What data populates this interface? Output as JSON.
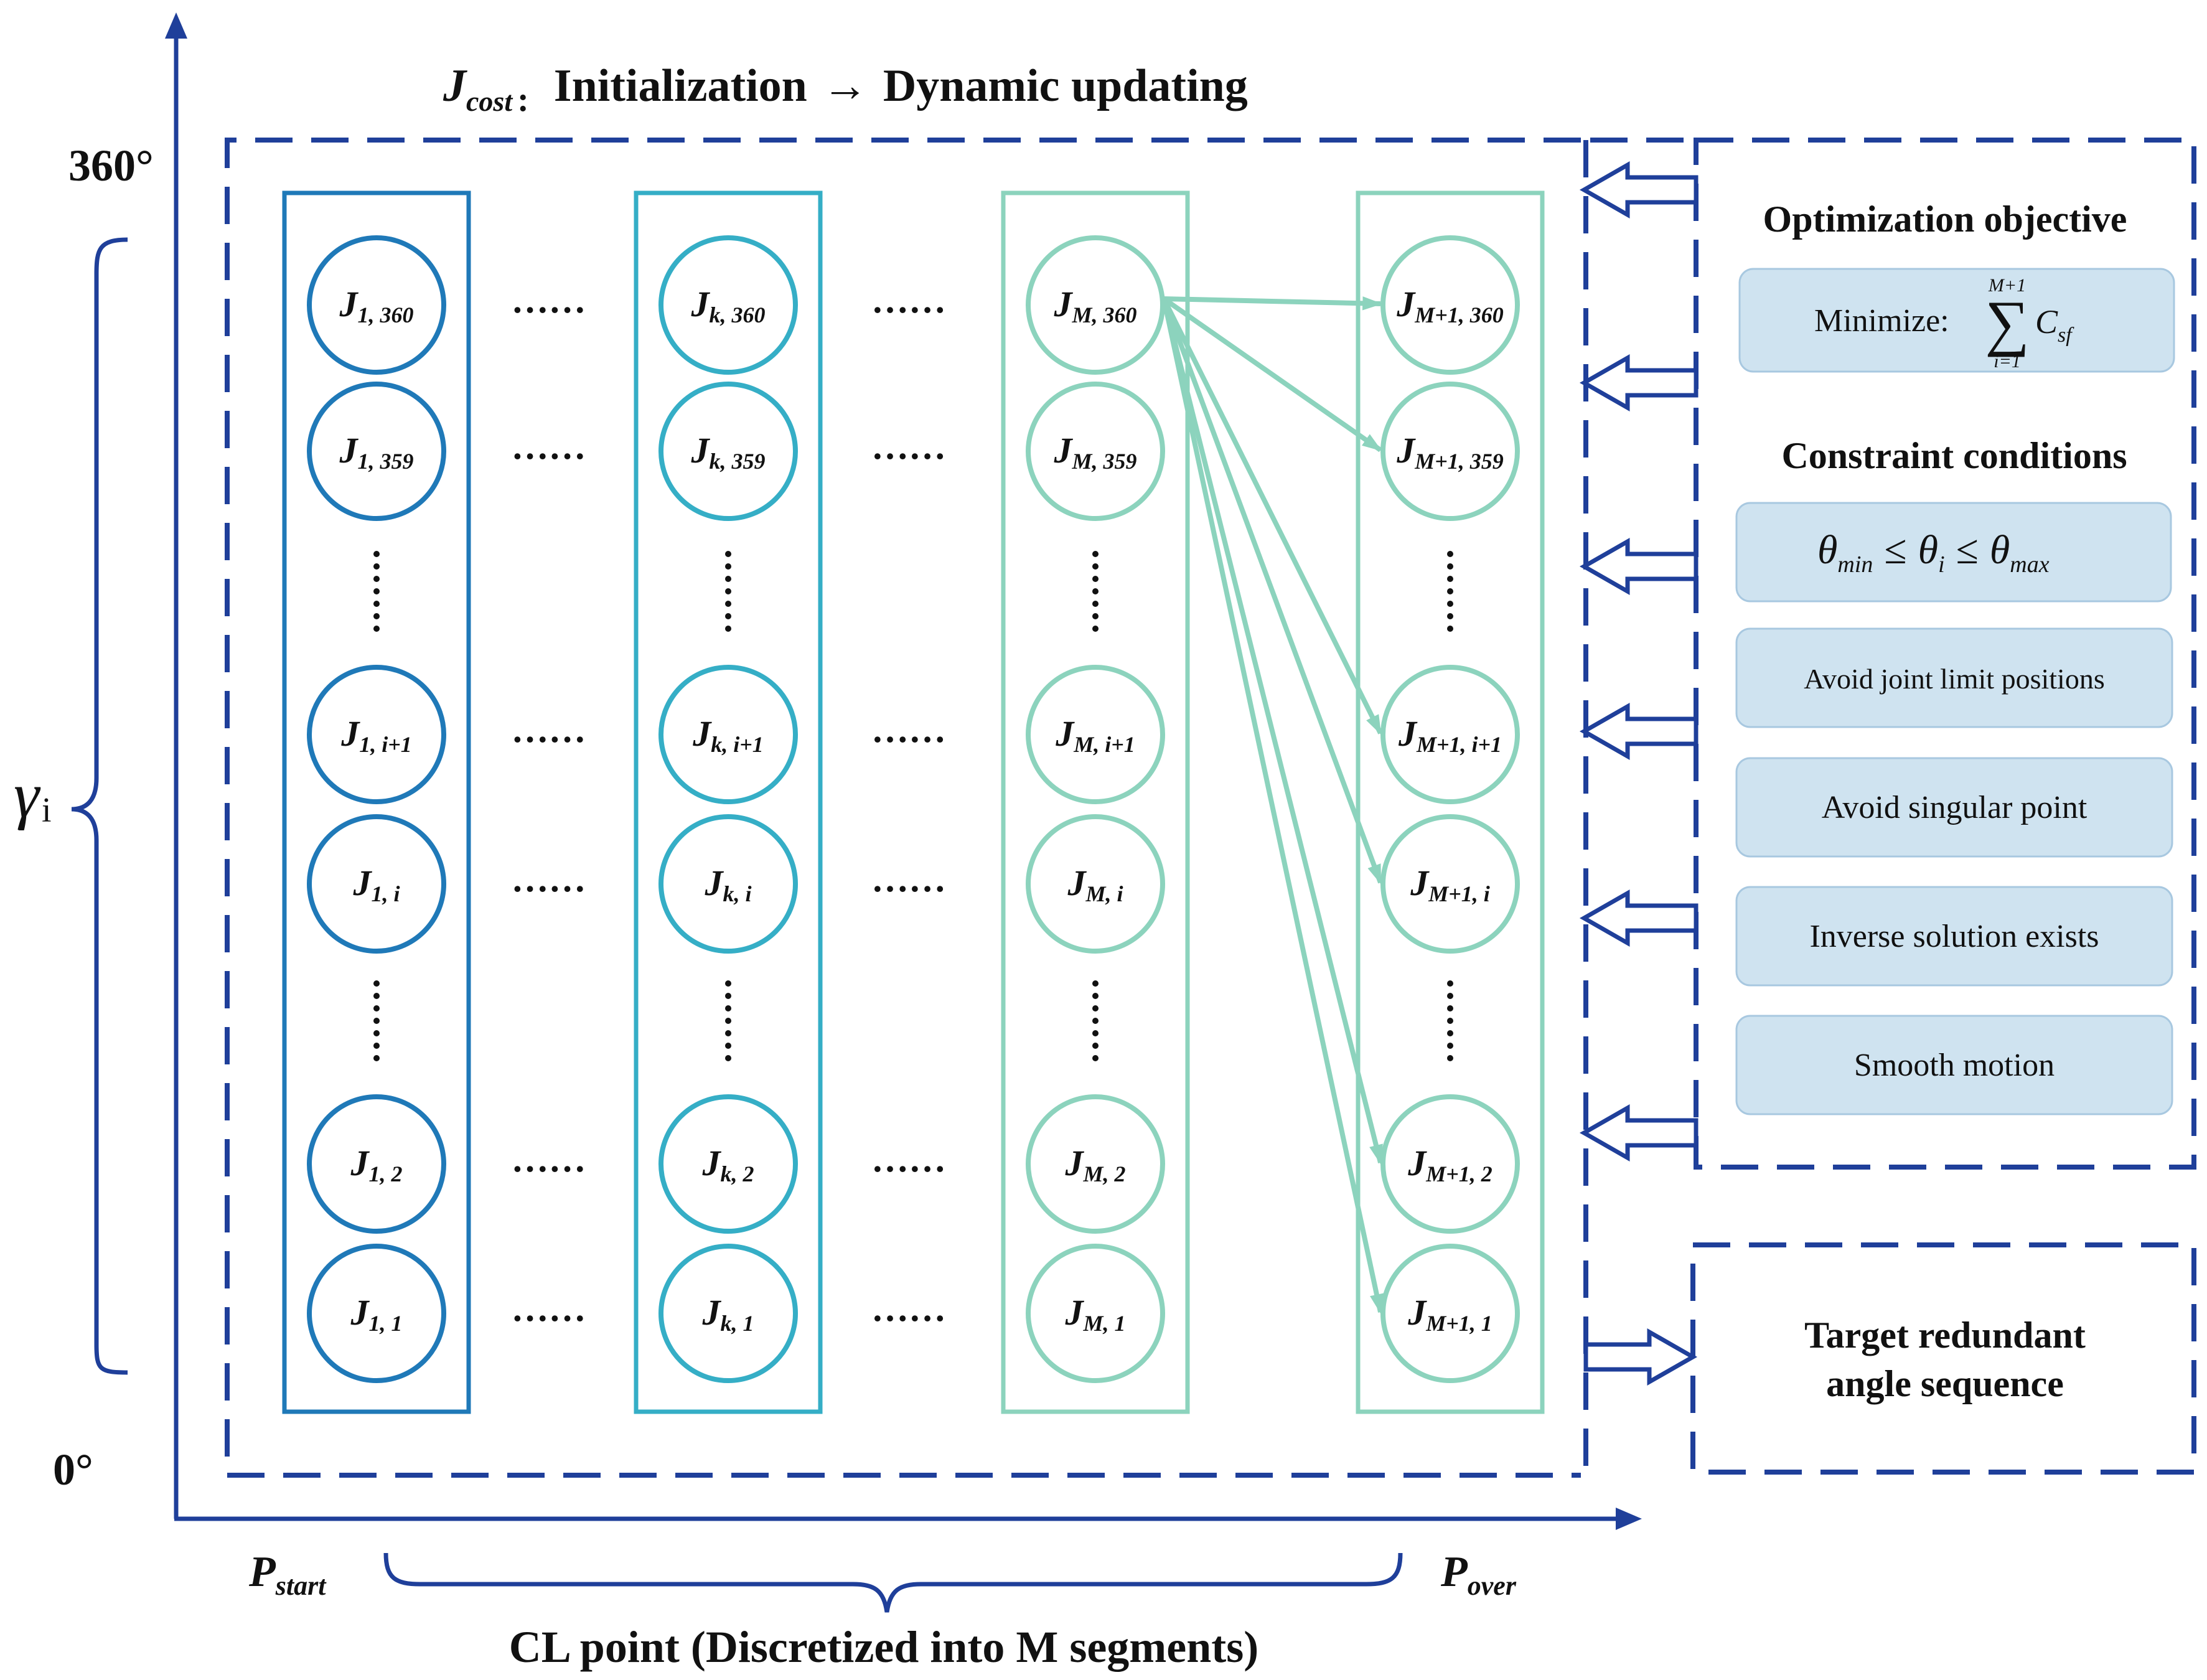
{
  "colors": {
    "navy": "#1f3f9a",
    "col1": "#1f79b8",
    "col2": "#35aec6",
    "col3": "#8cd3bd",
    "col4": "#8cd3bd",
    "box_fill": "#cfe3f0",
    "box_stroke": "#a8c8e0",
    "text": "#111111"
  },
  "header": {
    "jcost_main": "J",
    "jcost_sub": "cost",
    "jcost_colon": ":",
    "phrase_left": "Initialization",
    "arrow": "→",
    "phrase_right": "Dynamic updating"
  },
  "y_axis": {
    "top_label": "360°",
    "bottom_label": "0°",
    "gamma_symbol": "γ",
    "gamma_sub": "i"
  },
  "x_axis": {
    "start_main": "P",
    "start_sub": "start",
    "over_main": "P",
    "over_sub": "over",
    "caption": "CL point (Discretized into M segments)"
  },
  "columns": [
    {
      "key": "c1",
      "prefix": "1",
      "rows": [
        "1, 360",
        "1, 359",
        "1, i+1",
        "1, i",
        "1, 2",
        "1, 1"
      ]
    },
    {
      "key": "c2",
      "prefix": "k",
      "rows": [
        "k, 360",
        "k, 359",
        "k, i+1",
        "k, i",
        "k, 2",
        "k, 1"
      ]
    },
    {
      "key": "c3",
      "prefix": "M",
      "rows": [
        "M, 360",
        "M, 359",
        "M, i+1",
        "M, i",
        "M, 2",
        "M, 1"
      ]
    },
    {
      "key": "c4",
      "prefix": "M+1",
      "rows": [
        "M+1, 360",
        "M+1, 359",
        "M+1, i+1",
        "M+1, i",
        "M+1, 2",
        "M+1, 1"
      ]
    }
  ],
  "node_letter": "J",
  "ellipsis": "……",
  "panel": {
    "objective_title": "Optimization objective",
    "minimize_label": "Minimize:",
    "sum_upper": "M+1",
    "sum_lower": "i=1",
    "sum_symbol": "∑",
    "cost_main": "C",
    "cost_sub": "sf",
    "constraints_title": "Constraint conditions",
    "theta": "θ",
    "theta_min_sub": "min",
    "theta_i_sub": "i",
    "theta_max_sub": "max",
    "leq": "≤",
    "constraints": [
      "Avoid joint limit positions",
      "Avoid singular point",
      "Inverse solution exists",
      "Smooth motion"
    ],
    "target_line1": "Target redundant",
    "target_line2": "angle sequence"
  }
}
